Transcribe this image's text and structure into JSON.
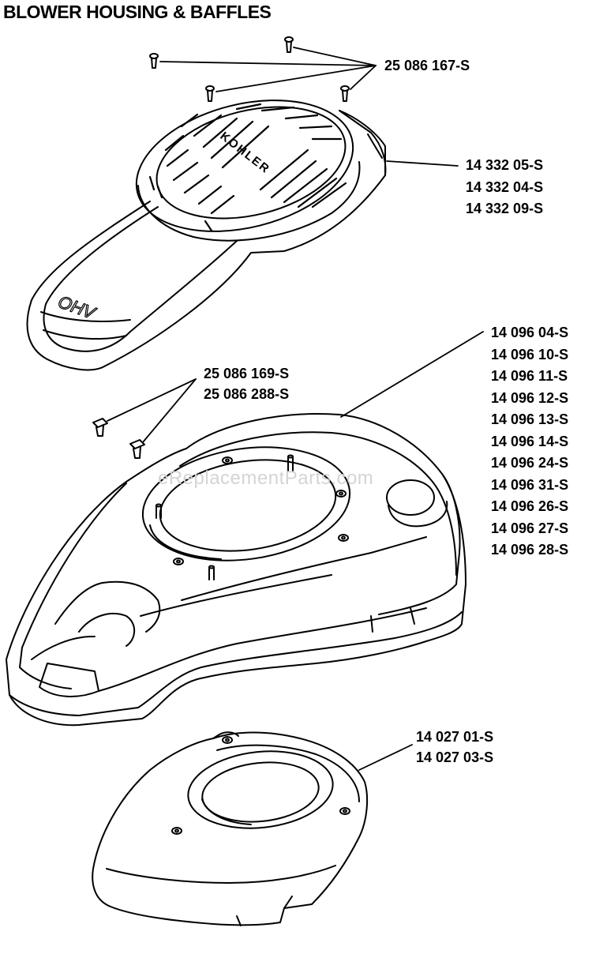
{
  "title": "BLOWER HOUSING & BAFFLES",
  "watermark": "eReplacementParts.com",
  "parts": {
    "screws_top": [
      "25 086 167-S"
    ],
    "blower_housing": [
      "14 332 05-S",
      "14 332 04-S",
      "14 332 09-S"
    ],
    "fasteners_mid": [
      "25 086 169-S",
      "25 086 288-S"
    ],
    "shroud": [
      "14 096 04-S",
      "14 096 10-S",
      "14 096 11-S",
      "14 096 12-S",
      "14 096 13-S",
      "14 096 14-S",
      "14 096 24-S",
      "14 096 31-S",
      "14 096 26-S",
      "14 096 27-S",
      "14 096 28-S"
    ],
    "baffle": [
      "14 027 01-S",
      "14 027 03-S"
    ]
  },
  "embossed": {
    "brand": "KOHLER",
    "badge": "OHV"
  }
}
